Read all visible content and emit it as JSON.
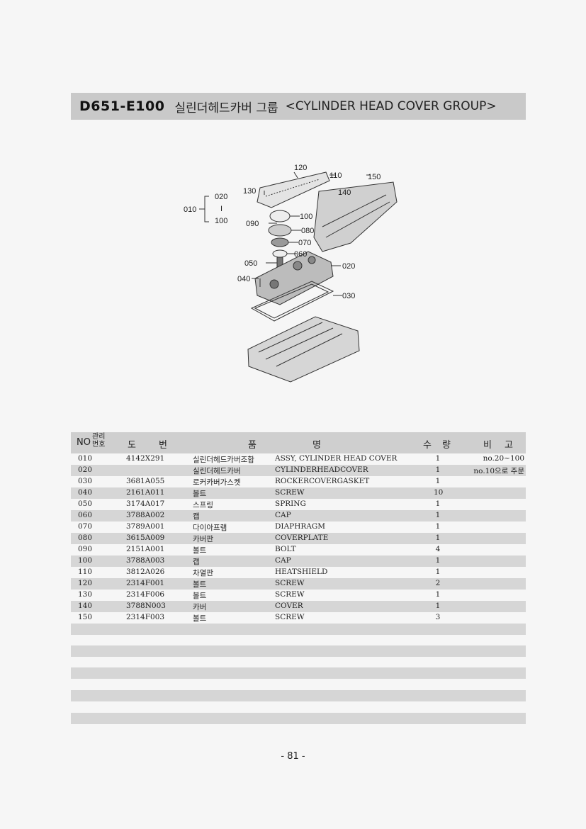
{
  "title": {
    "code": "D651-E100",
    "korean": "실린더헤드카버 그룹",
    "english": "<CYLINDER HEAD COVER GROUP>"
  },
  "diagram": {
    "callouts": [
      "120",
      "110",
      "150",
      "130",
      "140",
      "020",
      "010",
      "100",
      "090",
      "100",
      "080",
      "070",
      "060",
      "050",
      "020",
      "040",
      "030"
    ],
    "group_labels": {
      "sub": "010",
      "top": "020",
      "mid": "I",
      "bottom": "100"
    }
  },
  "table": {
    "headers": {
      "no": "NO",
      "mgmt_top": "관리",
      "mgmt_bottom": "번호",
      "drawing_1": "도",
      "drawing_2": "번",
      "name_1": "품",
      "name_2": "명",
      "qty_1": "수",
      "qty_2": "량",
      "remark_1": "비",
      "remark_2": "고"
    },
    "rows": [
      {
        "no": "010",
        "pn": "4142X291",
        "ko": "실린더헤드카버조합",
        "en": "ASSY, CYLINDER HEAD COVER",
        "qty": "1",
        "remark": "no.20~100"
      },
      {
        "no": "020",
        "pn": "",
        "ko": "실린더헤드카버",
        "en": "CYLINDERHEADCOVER",
        "qty": "1",
        "remark": "no.10으로 주문"
      },
      {
        "no": "030",
        "pn": "3681A055",
        "ko": "로커카버가스켓",
        "en": "ROCKERCOVERGASKET",
        "qty": "1",
        "remark": ""
      },
      {
        "no": "040",
        "pn": "2161A011",
        "ko": "볼트",
        "en": "SCREW",
        "qty": "10",
        "remark": ""
      },
      {
        "no": "050",
        "pn": "3174A017",
        "ko": "스프링",
        "en": "SPRING",
        "qty": "1",
        "remark": ""
      },
      {
        "no": "060",
        "pn": "3788A002",
        "ko": "캡",
        "en": "CAP",
        "qty": "1",
        "remark": ""
      },
      {
        "no": "070",
        "pn": "3789A001",
        "ko": "다이아프램",
        "en": "DIAPHRAGM",
        "qty": "1",
        "remark": ""
      },
      {
        "no": "080",
        "pn": "3615A009",
        "ko": "카버판",
        "en": "COVERPLATE",
        "qty": "1",
        "remark": ""
      },
      {
        "no": "090",
        "pn": "2151A001",
        "ko": "볼트",
        "en": "BOLT",
        "qty": "4",
        "remark": ""
      },
      {
        "no": "100",
        "pn": "3788A003",
        "ko": "캡",
        "en": "CAP",
        "qty": "1",
        "remark": ""
      },
      {
        "no": "110",
        "pn": "3812A026",
        "ko": "차열판",
        "en": "HEATSHIELD",
        "qty": "1",
        "remark": ""
      },
      {
        "no": "120",
        "pn": "2314F001",
        "ko": "볼트",
        "en": "SCREW",
        "qty": "2",
        "remark": ""
      },
      {
        "no": "130",
        "pn": "2314F006",
        "ko": "볼트",
        "en": "SCREW",
        "qty": "1",
        "remark": ""
      },
      {
        "no": "140",
        "pn": "3788N003",
        "ko": "카버",
        "en": "COVER",
        "qty": "1",
        "remark": ""
      },
      {
        "no": "150",
        "pn": "2314F003",
        "ko": "볼트",
        "en": "SCREW",
        "qty": "3",
        "remark": ""
      }
    ]
  },
  "page_number": "- 81 -"
}
